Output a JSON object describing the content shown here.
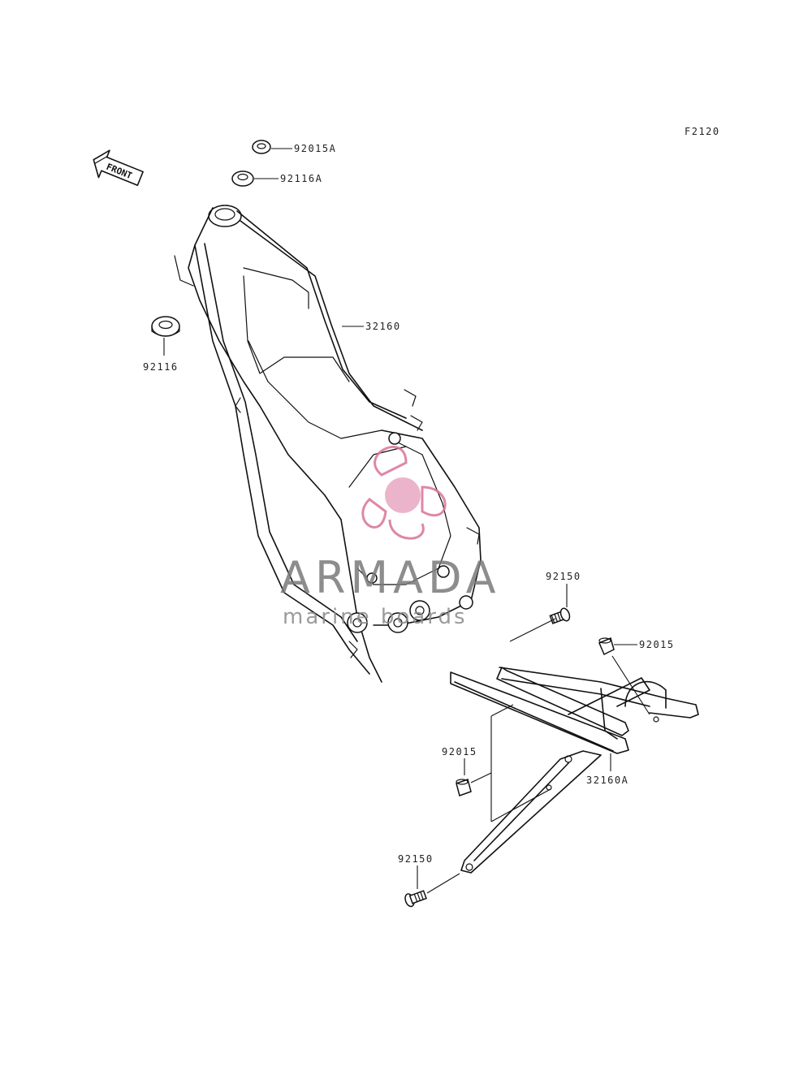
{
  "diagram_code": "F2120",
  "front_label": "FRONT",
  "parts": {
    "p92015A": "92015A",
    "p92116A": "92116A",
    "p32160": "32160",
    "p92116": "92116",
    "p92150_top": "92150",
    "p92015_right": "92015",
    "p92015_left": "92015",
    "p32160A": "32160A",
    "p92150_bottom": "92150"
  },
  "watermark": {
    "brand": "ARMADA",
    "tagline": "marine boards",
    "colors": {
      "brand": "#7a7a7a",
      "logo": "#d9739a"
    }
  }
}
